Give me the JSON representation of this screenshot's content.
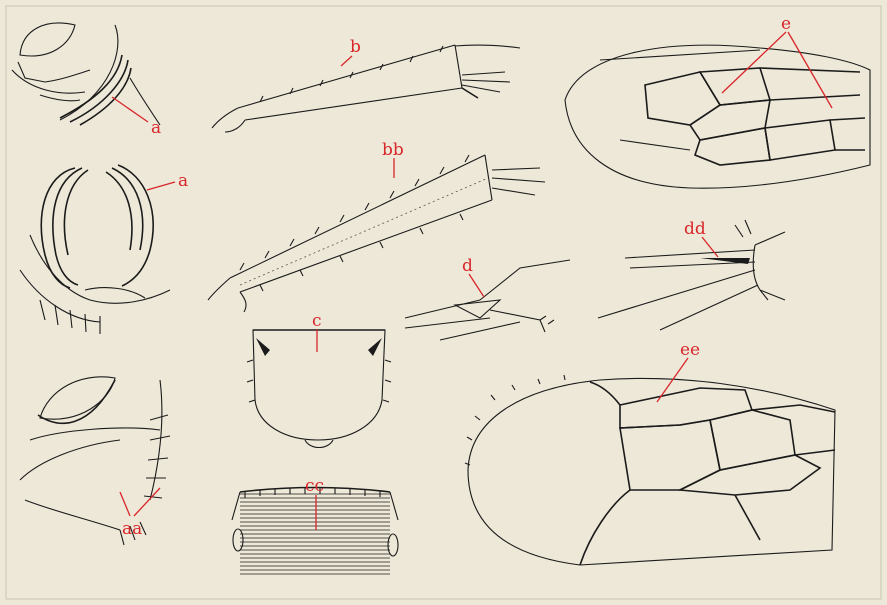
{
  "colors": {
    "background": "#ede8d8",
    "frame": "#c9c4b4",
    "ink": "#1b1b1b",
    "label": "#d9262b"
  },
  "labels": {
    "a1": "a",
    "a2": "a",
    "aa": "aa",
    "b": "b",
    "bb": "bb",
    "c": "c",
    "cc": "cc",
    "d": "d",
    "dd": "dd",
    "e": "e",
    "ee": "ee"
  }
}
